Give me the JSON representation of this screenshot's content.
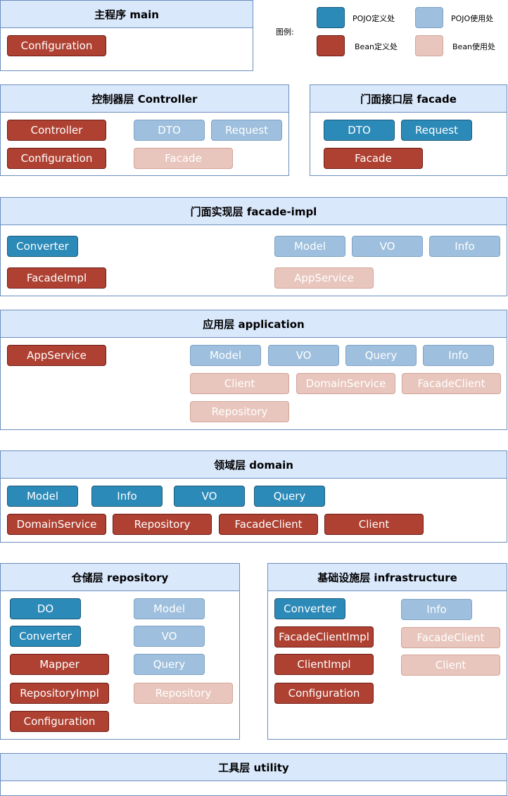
{
  "legend": {
    "title": "图例:",
    "items": [
      {
        "label": "POJO定义处",
        "kind": "pojo-def"
      },
      {
        "label": "POJO使用处",
        "kind": "pojo-use"
      },
      {
        "label": "Bean定义处",
        "kind": "bean-def"
      },
      {
        "label": "Bean使用处",
        "kind": "bean-use"
      }
    ]
  },
  "layers": [
    {
      "title": "主程序 main",
      "items": [
        {
          "label": "Configuration",
          "kind": "bean-def"
        }
      ]
    },
    {
      "title": "控制器层 Controller",
      "items": [
        {
          "label": "Controller",
          "kind": "bean-def"
        },
        {
          "label": "DTO",
          "kind": "pojo-use"
        },
        {
          "label": "Request",
          "kind": "pojo-use"
        },
        {
          "label": "Configuration",
          "kind": "bean-def"
        },
        {
          "label": "Facade",
          "kind": "bean-use"
        }
      ]
    },
    {
      "title": "门面接口层 facade",
      "items": [
        {
          "label": "DTO",
          "kind": "pojo-def"
        },
        {
          "label": "Request",
          "kind": "pojo-def"
        },
        {
          "label": "Facade",
          "kind": "bean-def"
        }
      ]
    },
    {
      "title": "门面实现层 facade-impl",
      "items": [
        {
          "label": "Converter",
          "kind": "pojo-def"
        },
        {
          "label": "Model",
          "kind": "pojo-use"
        },
        {
          "label": "VO",
          "kind": "pojo-use"
        },
        {
          "label": "Info",
          "kind": "pojo-use"
        },
        {
          "label": "FacadeImpl",
          "kind": "bean-def"
        },
        {
          "label": "AppService",
          "kind": "bean-use"
        }
      ]
    },
    {
      "title": "应用层 application",
      "items": [
        {
          "label": "AppService",
          "kind": "bean-def"
        },
        {
          "label": "Model",
          "kind": "pojo-use"
        },
        {
          "label": "VO",
          "kind": "pojo-use"
        },
        {
          "label": "Query",
          "kind": "pojo-use"
        },
        {
          "label": "Info",
          "kind": "pojo-use"
        },
        {
          "label": "Client",
          "kind": "bean-use"
        },
        {
          "label": "DomainService",
          "kind": "bean-use"
        },
        {
          "label": "FacadeClient",
          "kind": "bean-use"
        },
        {
          "label": "Repository",
          "kind": "bean-use"
        }
      ]
    },
    {
      "title": "领域层 domain",
      "items": [
        {
          "label": "Model",
          "kind": "pojo-def"
        },
        {
          "label": "Info",
          "kind": "pojo-def"
        },
        {
          "label": "VO",
          "kind": "pojo-def"
        },
        {
          "label": "Query",
          "kind": "pojo-def"
        },
        {
          "label": "DomainService",
          "kind": "bean-def"
        },
        {
          "label": "Repository",
          "kind": "bean-def"
        },
        {
          "label": "FacadeClient",
          "kind": "bean-def"
        },
        {
          "label": "Client",
          "kind": "bean-def"
        }
      ]
    },
    {
      "title": "仓储层 repository",
      "items": [
        {
          "label": "DO",
          "kind": "pojo-def"
        },
        {
          "label": "Model",
          "kind": "pojo-use"
        },
        {
          "label": "Converter",
          "kind": "pojo-def"
        },
        {
          "label": "VO",
          "kind": "pojo-use"
        },
        {
          "label": "Mapper",
          "kind": "bean-def"
        },
        {
          "label": "Query",
          "kind": "pojo-use"
        },
        {
          "label": "RepositoryImpl",
          "kind": "bean-def"
        },
        {
          "label": "Repository",
          "kind": "bean-use"
        },
        {
          "label": "Configuration",
          "kind": "bean-def"
        }
      ]
    },
    {
      "title": "基础设施层 infrastructure",
      "items": [
        {
          "label": "Converter",
          "kind": "pojo-def"
        },
        {
          "label": "Info",
          "kind": "pojo-use"
        },
        {
          "label": "FacadeClientImpl",
          "kind": "bean-def"
        },
        {
          "label": "FacadeClient",
          "kind": "bean-use"
        },
        {
          "label": "ClientImpl",
          "kind": "bean-def"
        },
        {
          "label": "Client",
          "kind": "bean-use"
        },
        {
          "label": "Configuration",
          "kind": "bean-def"
        }
      ]
    },
    {
      "title": "工具层 utility",
      "items": []
    }
  ]
}
